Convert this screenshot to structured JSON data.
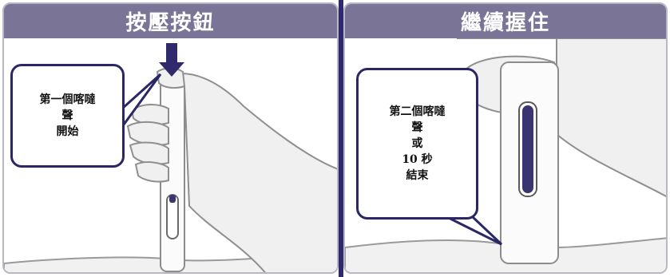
{
  "panels": [
    {
      "title": "按壓按鈕",
      "bubble_lines": [
        "第一個喀噠",
        "聲",
        "開始"
      ]
    },
    {
      "title": "繼續握住",
      "bubble_lines": [
        "第二個喀噠",
        "聲",
        "或",
        "10 秒",
        "結束"
      ]
    }
  ],
  "colors": {
    "header": "#7a7497",
    "divider": "#2f2a6b",
    "bubble_border": "#2b2766",
    "window": "#3a3470"
  }
}
